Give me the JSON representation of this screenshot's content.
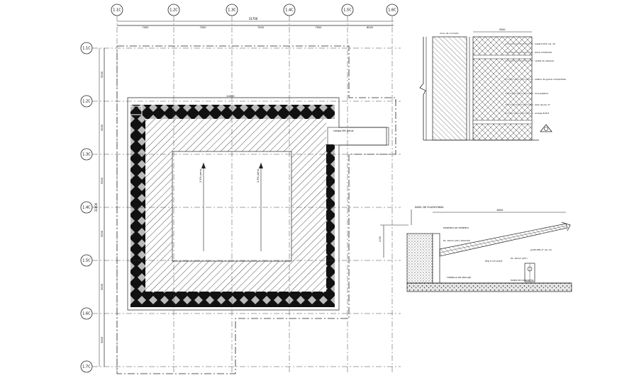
{
  "grid_top": {
    "bubbles": [
      "1.1C",
      "1.2C",
      "1.3C",
      "1.4C",
      "1.5C",
      "1.6C"
    ],
    "dimension_labels": [
      "7000",
      "7000",
      "7000",
      "7000",
      "6000"
    ],
    "overall_dimension": "31700"
  },
  "grid_left": {
    "bubbles": [
      "1.1C",
      "1.2C",
      "1.3C",
      "1.4C",
      "1.5C",
      "1.6C",
      "1.7C"
    ],
    "dimension_labels": [
      "5000",
      "5000",
      "5000",
      "5000",
      "5000",
      "5000"
    ],
    "overall_dimension": "31000"
  },
  "plan": {
    "top_label": "24000",
    "annotations": [
      "rampa 6% pend."
    ],
    "slope_labels": [
      "2.5% pend.",
      "2.5% pend."
    ]
  },
  "detail_wall": {
    "top_dimension": "3500",
    "labels": [
      "muro de concreto",
      "malla E.M.P. cal. 10",
      "block 15x20x40",
      "varilla de refuerzo",
      "relleno de grava compactada",
      "lona plástica",
      "dren de pvc 4\"",
      "anclaje E.M.P."
    ]
  },
  "detail_section": {
    "top_dimension": "8000",
    "labels": [
      "NIVEL DE PLATAFORMA",
      "MORTERO DE CEMENTO",
      "PL. 10mm (20\") 150x150",
      "PTR 3\"x3\"x3/16\"",
      "TORNILLO DE ANCLAJE",
      "perfil PTR 4\" cal. 10",
      "PL. 10mm (20\")",
      "MURO DE CONCRETO"
    ]
  }
}
